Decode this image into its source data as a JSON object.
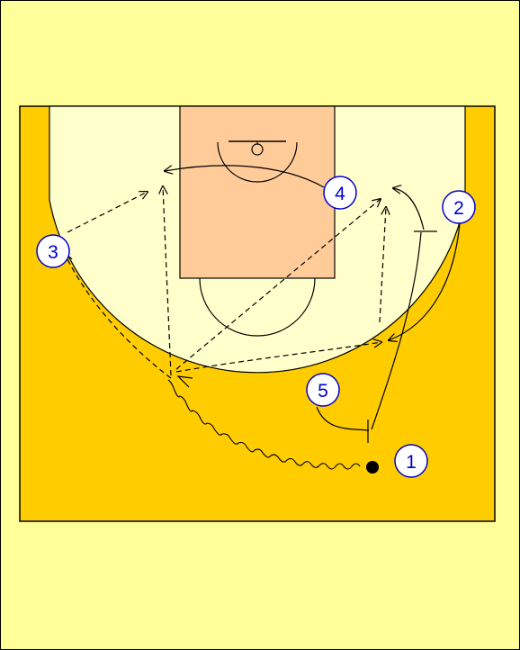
{
  "diagram": {
    "players": [
      {
        "id": "1",
        "label": "1"
      },
      {
        "id": "2",
        "label": "2"
      },
      {
        "id": "3",
        "label": "3"
      },
      {
        "id": "4",
        "label": "4"
      },
      {
        "id": "5",
        "label": "5"
      }
    ],
    "colors": {
      "background": "#ffff99",
      "court": "#ffcc00",
      "inside_arc": "#ffffcc",
      "paint": "#ffcc99",
      "player_fill": "#ffffff",
      "player_stroke": "#0000cc",
      "ball": "#000000"
    }
  }
}
